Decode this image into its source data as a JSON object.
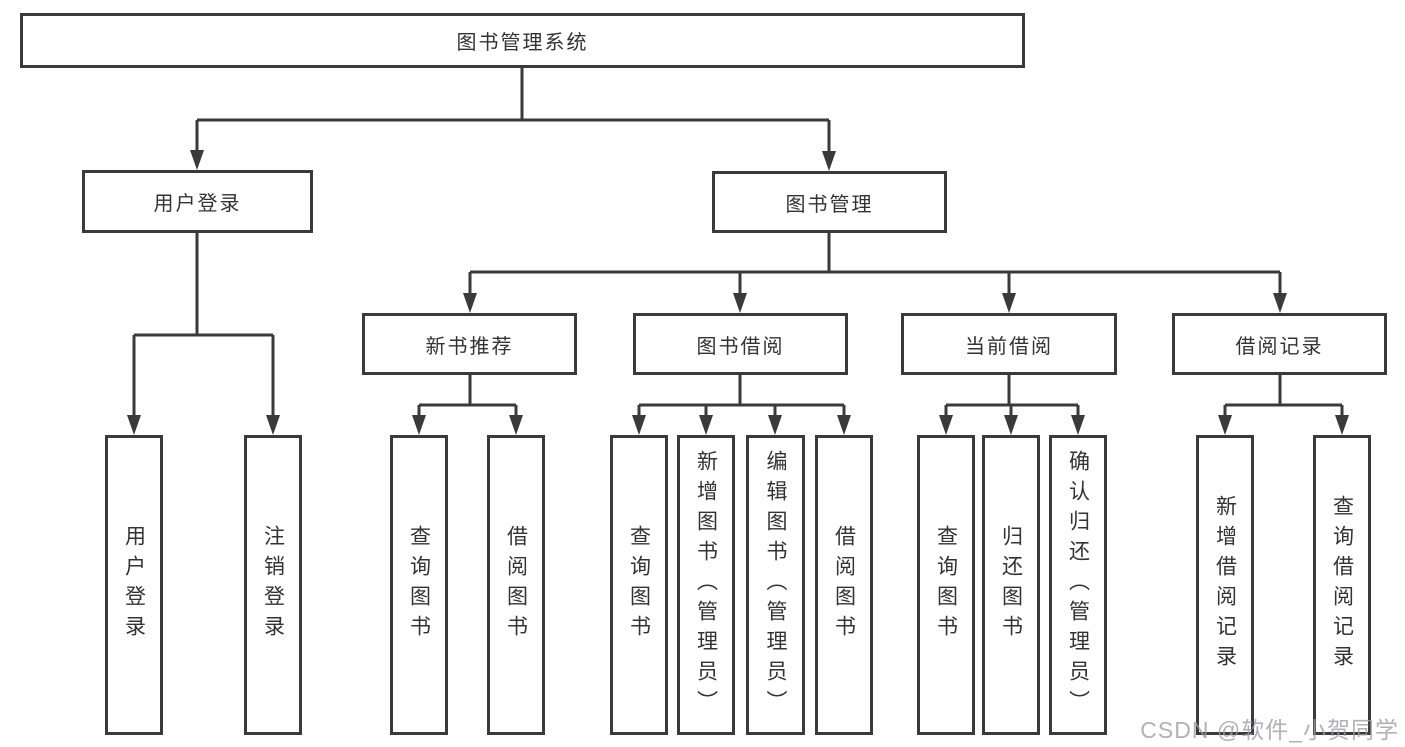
{
  "colors": {
    "line": "#3a3a3a",
    "text": "#333333",
    "watermark": "#9e9ea4"
  },
  "watermark": {
    "text": "CSDN @软件_小贺同学"
  },
  "nodes": {
    "root": {
      "label": "图书管理系统"
    },
    "userLogin": {
      "label": "用户登录",
      "children": [
        {
          "label": "用户登录"
        },
        {
          "label": "注销登录"
        }
      ]
    },
    "bookMgmt": {
      "label": "图书管理",
      "children": [
        {
          "label": "新书推荐",
          "children": [
            {
              "label": "查询图书"
            },
            {
              "label": "借阅图书"
            }
          ]
        },
        {
          "label": "图书借阅",
          "children": [
            {
              "label": "查询图书"
            },
            {
              "label": "新增图书（管理员）"
            },
            {
              "label": "编辑图书（管理员）"
            },
            {
              "label": "借阅图书"
            }
          ]
        },
        {
          "label": "当前借阅",
          "children": [
            {
              "label": "查询图书"
            },
            {
              "label": "归还图书"
            },
            {
              "label": "确认归还（管理员）"
            }
          ]
        },
        {
          "label": "借阅记录",
          "children": [
            {
              "label": "新增借阅记录"
            },
            {
              "label": "查询借阅记录"
            }
          ]
        }
      ]
    }
  }
}
